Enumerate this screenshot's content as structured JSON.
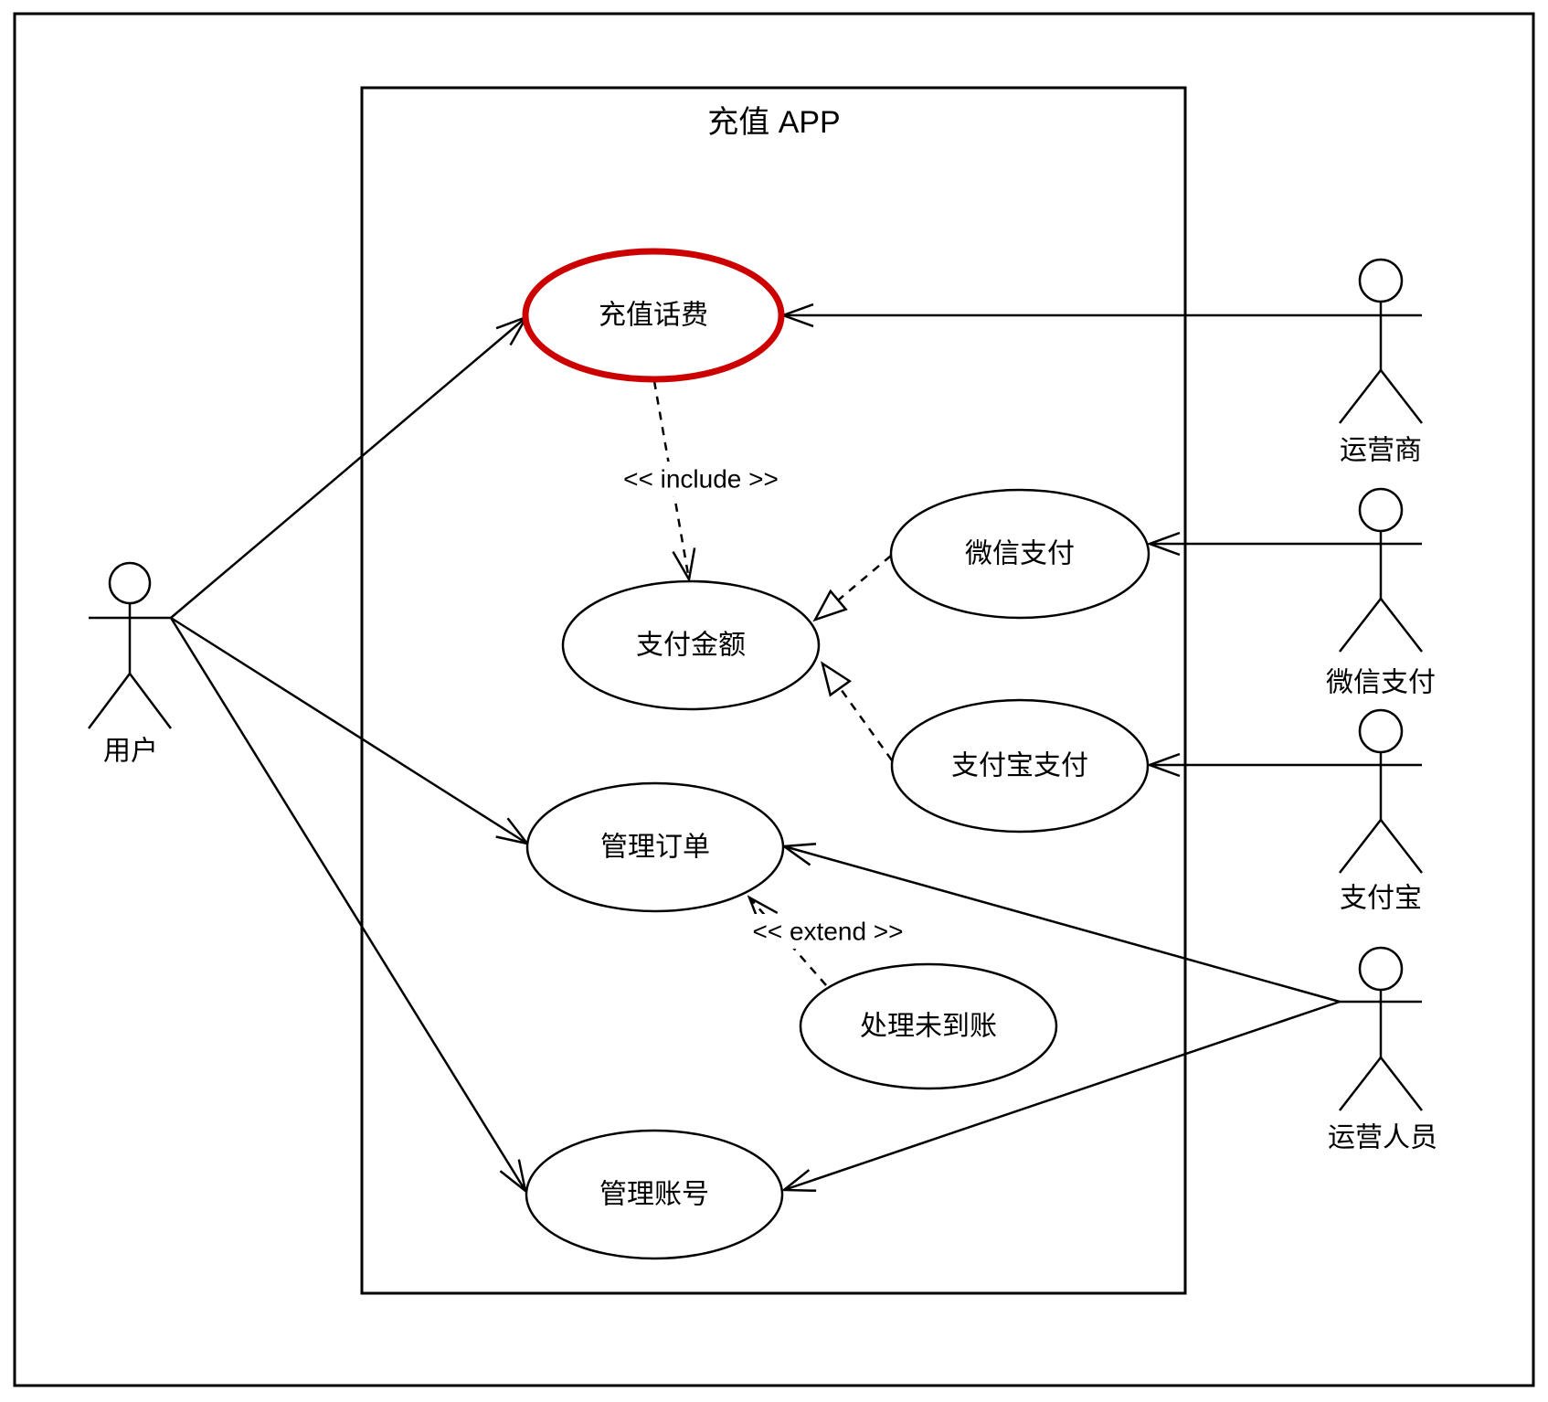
{
  "diagram": {
    "system_title": "充值 APP",
    "use_cases": {
      "recharge": "充值话费",
      "pay_amount": "支付金额",
      "wechat_pay": "微信支付",
      "alipay_pay": "支付宝支付",
      "manage_orders": "管理订单",
      "handle_unreceived": "处理未到账",
      "manage_accounts": "管理账号"
    },
    "actors": {
      "user": "用户",
      "operator": "运营商",
      "wechat": "微信支付",
      "alipay": "支付宝",
      "ops_staff": "运营人员"
    },
    "relations": {
      "include": "<< include >>",
      "extend": "<< extend >>"
    },
    "colors": {
      "highlight": "#cc0000",
      "stroke": "#000000",
      "background": "#ffffff"
    }
  }
}
